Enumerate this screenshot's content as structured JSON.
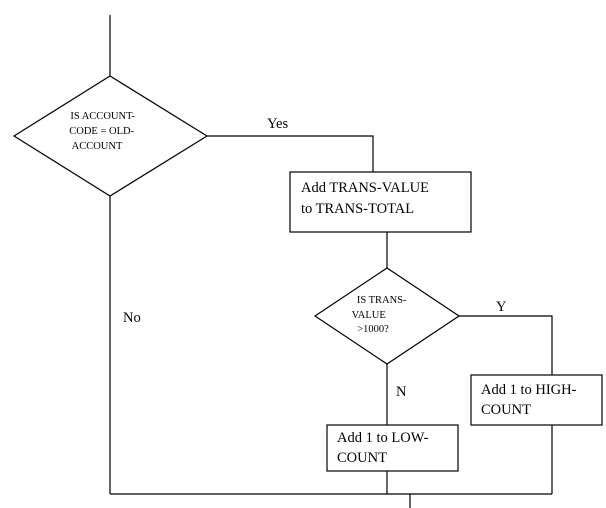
{
  "decision1": {
    "lines": [
      "IS ACCOUNT-",
      "CODE = OLD-",
      "ACCOUNT"
    ]
  },
  "yes_label": "Yes",
  "no_label": "No",
  "process_add_total": {
    "lines": [
      "Add TRANS-VALUE",
      "to TRANS-TOTAL"
    ]
  },
  "decision2": {
    "lines": [
      "IS TRANS-",
      "VALUE",
      ">1000?"
    ]
  },
  "y_label": "Y",
  "n_label": "N",
  "process_high": {
    "lines": [
      "Add 1 to HIGH-",
      "COUNT"
    ]
  },
  "process_low": {
    "lines": [
      "Add 1 to LOW-",
      "COUNT"
    ]
  }
}
